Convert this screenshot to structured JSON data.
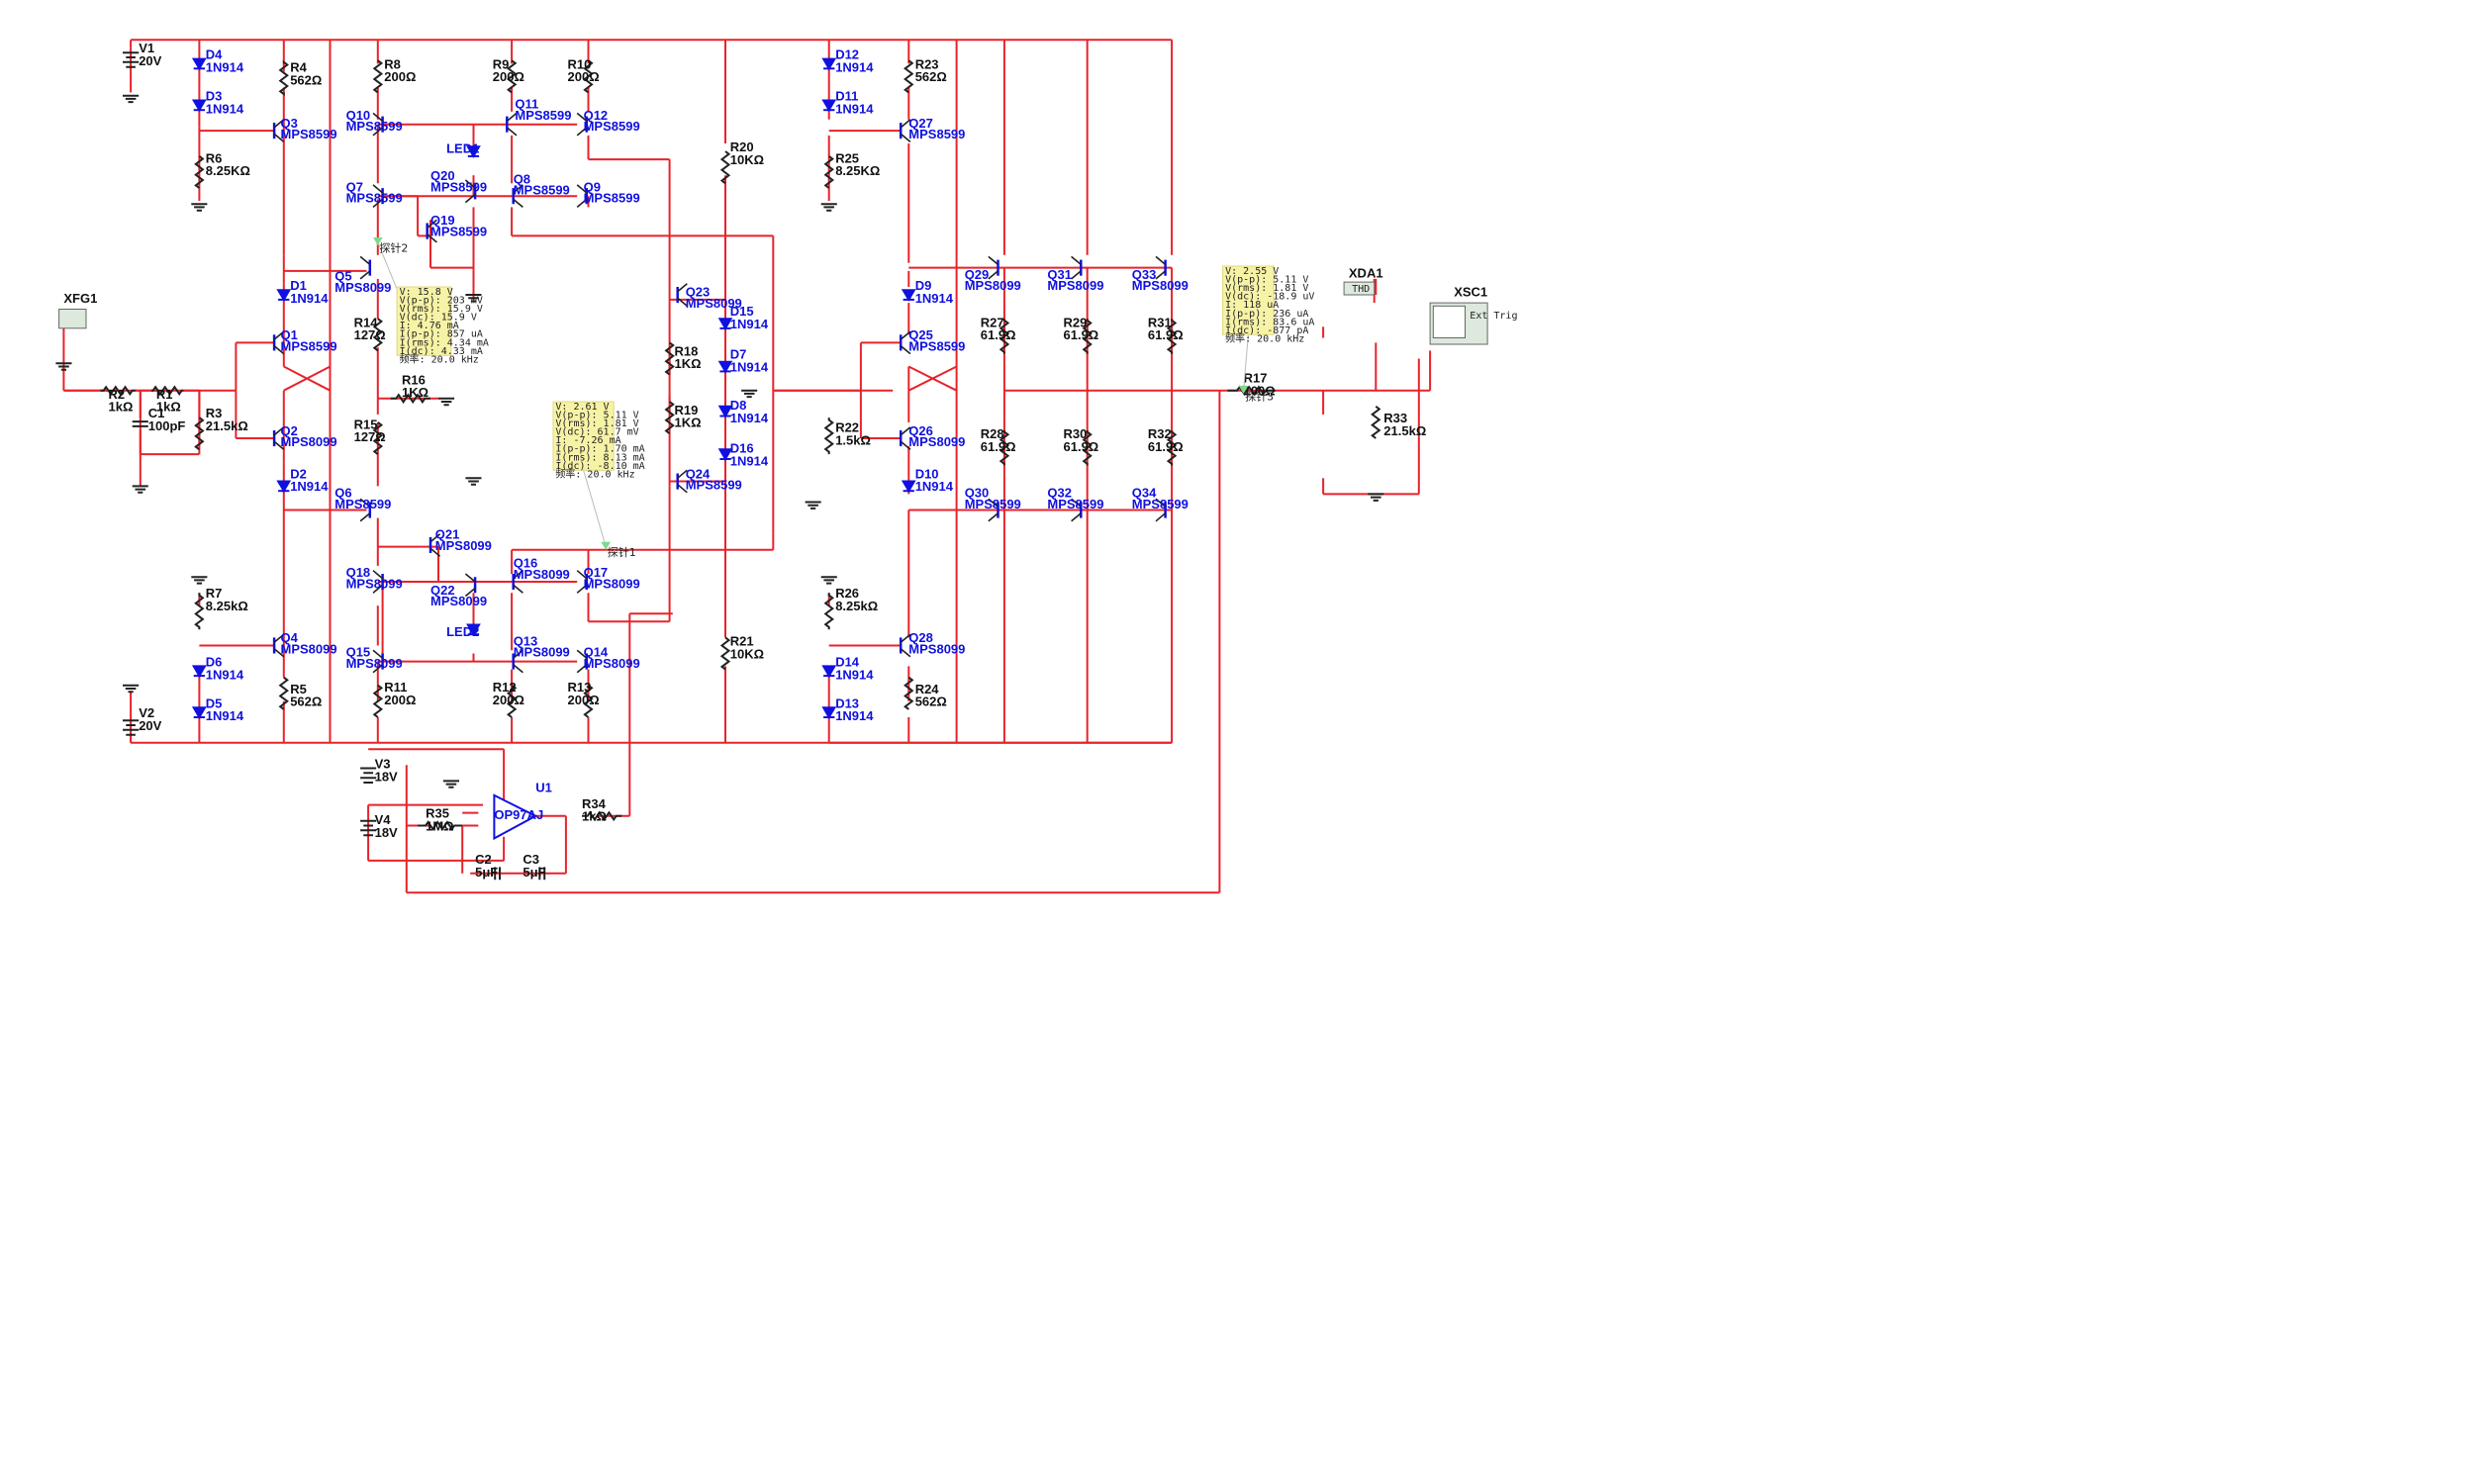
{
  "sources": {
    "V1": {
      "ref": "V1",
      "value": "20V"
    },
    "V2": {
      "ref": "V2",
      "value": "20V"
    },
    "V3": {
      "ref": "V3",
      "value": "18V"
    },
    "V4": {
      "ref": "V4",
      "value": "18V"
    }
  },
  "resistors": {
    "R1": {
      "ref": "R1",
      "value": "1kΩ"
    },
    "R2": {
      "ref": "R2",
      "value": "1kΩ"
    },
    "R3": {
      "ref": "R3",
      "value": "21.5kΩ"
    },
    "R4": {
      "ref": "R4",
      "value": "562Ω"
    },
    "R5": {
      "ref": "R5",
      "value": "562Ω"
    },
    "R6": {
      "ref": "R6",
      "value": "8.25KΩ"
    },
    "R7": {
      "ref": "R7",
      "value": "8.25kΩ"
    },
    "R8": {
      "ref": "R8",
      "value": "200Ω"
    },
    "R9": {
      "ref": "R9",
      "value": "200Ω"
    },
    "R10": {
      "ref": "R10",
      "value": "200Ω"
    },
    "R11": {
      "ref": "R11",
      "value": "200Ω"
    },
    "R12": {
      "ref": "R12",
      "value": "200Ω"
    },
    "R13": {
      "ref": "R13",
      "value": "200Ω"
    },
    "R14": {
      "ref": "R14",
      "value": "127Ω"
    },
    "R15": {
      "ref": "R15",
      "value": "127Ω"
    },
    "R16": {
      "ref": "R16",
      "value": "1KΩ"
    },
    "R17": {
      "ref": "R17",
      "value": "100Ω"
    },
    "R18": {
      "ref": "R18",
      "value": "1KΩ"
    },
    "R19": {
      "ref": "R19",
      "value": "1KΩ"
    },
    "R20": {
      "ref": "R20",
      "value": "10KΩ"
    },
    "R21": {
      "ref": "R21",
      "value": "10KΩ"
    },
    "R22": {
      "ref": "R22",
      "value": "1.5kΩ"
    },
    "R23": {
      "ref": "R23",
      "value": "562Ω"
    },
    "R24": {
      "ref": "R24",
      "value": "562Ω"
    },
    "R25": {
      "ref": "R25",
      "value": "8.25KΩ"
    },
    "R26": {
      "ref": "R26",
      "value": "8.25kΩ"
    },
    "R27": {
      "ref": "R27",
      "value": "61.9Ω"
    },
    "R28": {
      "ref": "R28",
      "value": "61.9Ω"
    },
    "R29": {
      "ref": "R29",
      "value": "61.9Ω"
    },
    "R30": {
      "ref": "R30",
      "value": "61.9Ω"
    },
    "R31": {
      "ref": "R31",
      "value": "61.9Ω"
    },
    "R32": {
      "ref": "R32",
      "value": "61.9Ω"
    },
    "R33": {
      "ref": "R33",
      "value": "21.5kΩ"
    },
    "R34": {
      "ref": "R34",
      "value": "1kΩ"
    },
    "R35": {
      "ref": "R35",
      "value": "1MΩ"
    }
  },
  "capacitors": {
    "C1": {
      "ref": "C1",
      "value": "100pF"
    },
    "C2": {
      "ref": "C2",
      "value": "5μF"
    },
    "C3": {
      "ref": "C3",
      "value": "5μF"
    }
  },
  "diodes": {
    "D1": {
      "ref": "D1",
      "value": "1N914"
    },
    "D2": {
      "ref": "D2",
      "value": "1N914"
    },
    "D3": {
      "ref": "D3",
      "value": "1N914"
    },
    "D4": {
      "ref": "D4",
      "value": "1N914"
    },
    "D5": {
      "ref": "D5",
      "value": "1N914"
    },
    "D6": {
      "ref": "D6",
      "value": "1N914"
    },
    "D7": {
      "ref": "D7",
      "value": "1N914"
    },
    "D8": {
      "ref": "D8",
      "value": "1N914"
    },
    "D9": {
      "ref": "D9",
      "value": "1N914"
    },
    "D10": {
      "ref": "D10",
      "value": "1N914"
    },
    "D11": {
      "ref": "D11",
      "value": "1N914"
    },
    "D12": {
      "ref": "D12",
      "value": "1N914"
    },
    "D13": {
      "ref": "D13",
      "value": "1N914"
    },
    "D14": {
      "ref": "D14",
      "value": "1N914"
    },
    "D15": {
      "ref": "D15",
      "value": "1N914"
    },
    "D16": {
      "ref": "D16",
      "value": "1N914"
    },
    "LED1": {
      "ref": "LED1",
      "value": ""
    },
    "LED2": {
      "ref": "LED2",
      "value": ""
    }
  },
  "transistors": {
    "Q1": {
      "ref": "Q1",
      "value": "MPS8599"
    },
    "Q2": {
      "ref": "Q2",
      "value": "MPS8099"
    },
    "Q3": {
      "ref": "Q3",
      "value": "MPS8599"
    },
    "Q4": {
      "ref": "Q4",
      "value": "MPS8099"
    },
    "Q5": {
      "ref": "Q5",
      "value": "MPS8099"
    },
    "Q6": {
      "ref": "Q6",
      "value": "MPS8599"
    },
    "Q7": {
      "ref": "Q7",
      "value": "MPS8599"
    },
    "Q8": {
      "ref": "Q8",
      "value": "MPS8599"
    },
    "Q9": {
      "ref": "Q9",
      "value": "MPS8599"
    },
    "Q10": {
      "ref": "Q10",
      "value": "MPS8599"
    },
    "Q11": {
      "ref": "Q11",
      "value": "MPS8599"
    },
    "Q12": {
      "ref": "Q12",
      "value": "MPS8599"
    },
    "Q13": {
      "ref": "Q13",
      "value": "MPS8099"
    },
    "Q14": {
      "ref": "Q14",
      "value": "MPS8099"
    },
    "Q15": {
      "ref": "Q15",
      "value": "MPS8099"
    },
    "Q16": {
      "ref": "Q16",
      "value": "MPS8099"
    },
    "Q17": {
      "ref": "Q17",
      "value": "MPS8099"
    },
    "Q18": {
      "ref": "Q18",
      "value": "MPS8099"
    },
    "Q19": {
      "ref": "Q19",
      "value": "MPS8599"
    },
    "Q20": {
      "ref": "Q20",
      "value": "MPS8599"
    },
    "Q21": {
      "ref": "Q21",
      "value": "MPS8099"
    },
    "Q22": {
      "ref": "Q22",
      "value": "MPS8099"
    },
    "Q23": {
      "ref": "Q23",
      "value": "MPS8099"
    },
    "Q24": {
      "ref": "Q24",
      "value": "MPS8599"
    },
    "Q25": {
      "ref": "Q25",
      "value": "MPS8599"
    },
    "Q26": {
      "ref": "Q26",
      "value": "MPS8099"
    },
    "Q27": {
      "ref": "Q27",
      "value": "MPS8599"
    },
    "Q28": {
      "ref": "Q28",
      "value": "MPS8099"
    },
    "Q29": {
      "ref": "Q29",
      "value": "MPS8099"
    },
    "Q30": {
      "ref": "Q30",
      "value": "MPS8599"
    },
    "Q31": {
      "ref": "Q31",
      "value": "MPS8099"
    },
    "Q32": {
      "ref": "Q32",
      "value": "MPS8599"
    },
    "Q33": {
      "ref": "Q33",
      "value": "MPS8099"
    },
    "Q34": {
      "ref": "Q34",
      "value": "MPS8599"
    }
  },
  "opamp": {
    "ref": "U1",
    "value": "OP97AJ"
  },
  "instruments": {
    "XFG1": "XFG1",
    "XDA1": "XDA1",
    "XDA1_label": "THD",
    "XSC1": "XSC1",
    "XSC1_ext": "Ext Trig"
  },
  "probes": {
    "p1": {
      "name": "探针1",
      "lines": [
        "V: 2.61 V",
        "V(p-p): 5.11 V",
        "V(rms): 1.81 V",
        "V(dc): 61.7 mV",
        "I: -7.26 mA",
        "I(p-p): 1.70 mA",
        "I(rms): 8.13 mA",
        "I(dc): -8.10 mA",
        "频率: 20.0 kHz"
      ]
    },
    "p2": {
      "name": "探针2",
      "lines": [
        "V: 15.8 V",
        "V(p-p): 203 mV",
        "V(rms): 15.9 V",
        "V(dc): 15.9 V",
        "I: 4.76 mA",
        "I(p-p): 857 uA",
        "I(rms): 4.34 mA",
        "I(dc): 4.33 mA",
        "频率: 20.0 kHz"
      ]
    },
    "p3": {
      "name": "探针3",
      "lines": [
        "V: 2.55 V",
        "V(p-p): 5.11 V",
        "V(rms): 1.81 V",
        "V(dc): -18.9 uV",
        "I: 118 uA",
        "I(p-p): 236 uA",
        "I(rms): 83.6 uA",
        "I(dc): -877 pA",
        "频率: 20.0 kHz"
      ]
    }
  }
}
